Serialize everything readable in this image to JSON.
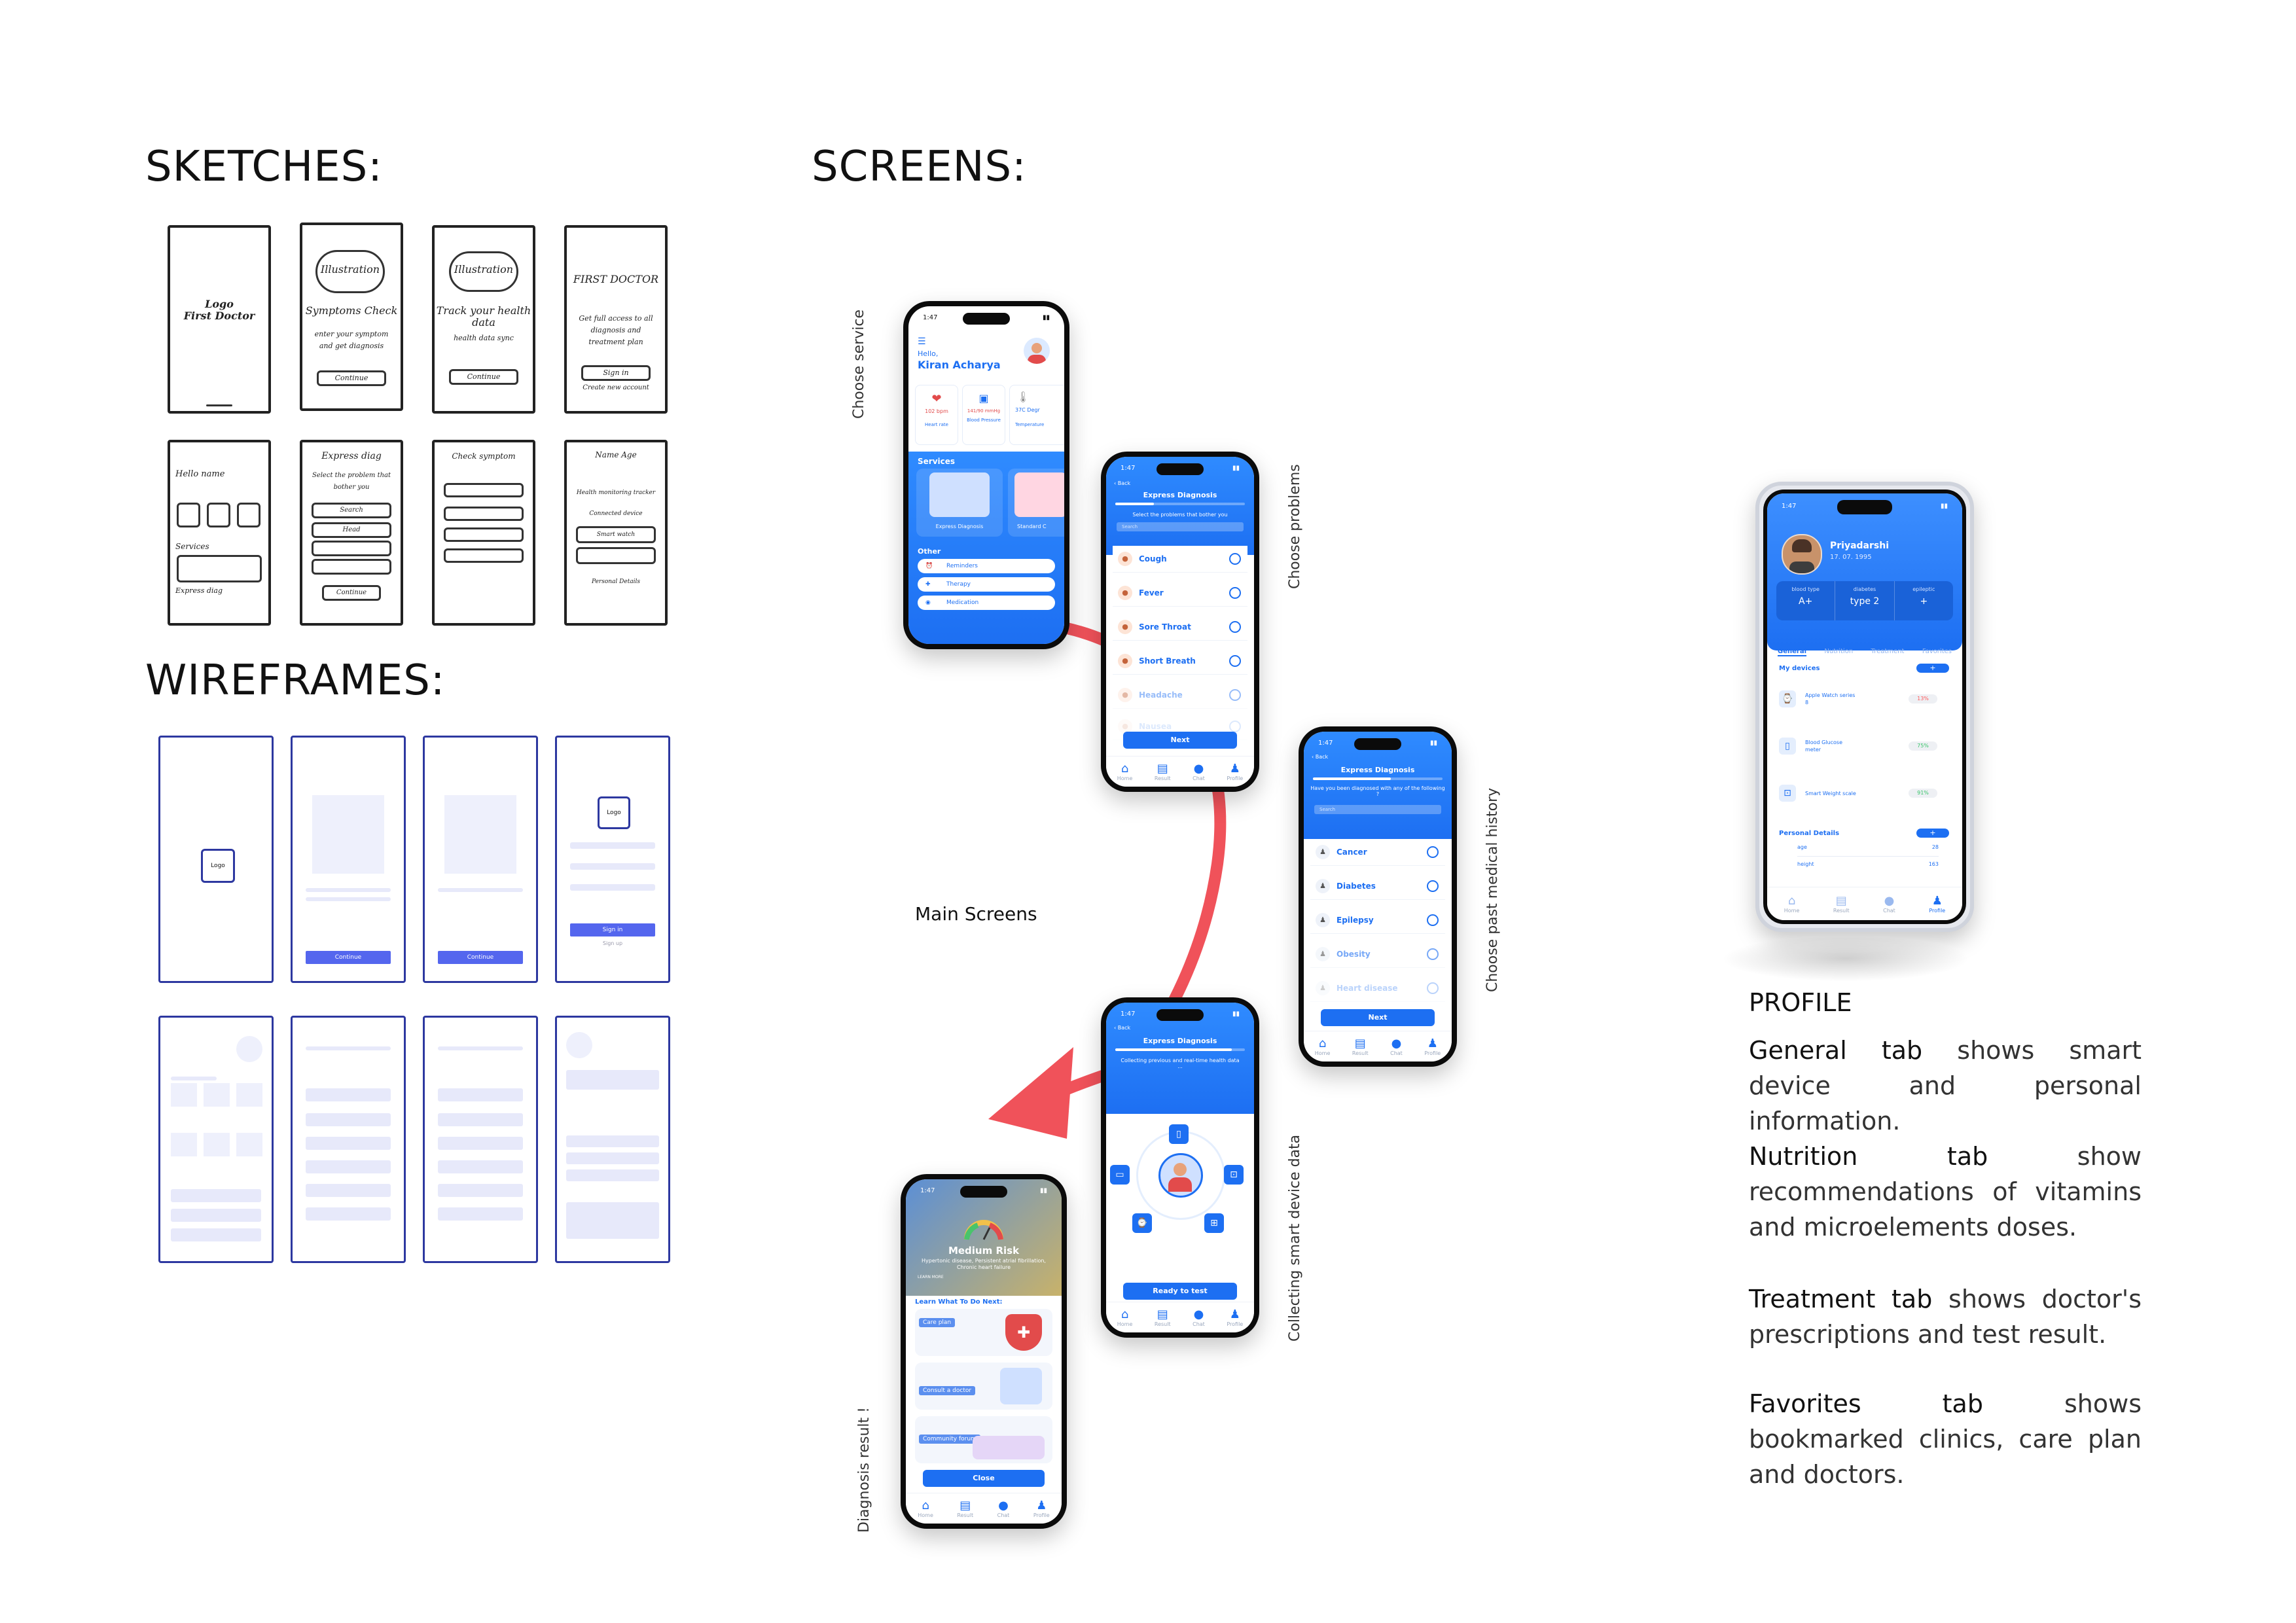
{
  "sections": {
    "sketches": "SKETCHES:",
    "wireframes": "WIREFRAMES:",
    "screens": "SCREENS:",
    "main_screens": "Main Screens"
  },
  "sketch_texts": {
    "s1": "Logo\nFirst Doctor",
    "s2_illus": "Illustration",
    "s2_title": "Symptoms Check",
    "s2_body": "enter your symptom and get diagnosis",
    "s2_btn": "Continue",
    "s3_illus": "Illustration",
    "s3_title": "Track your health data",
    "s3_body": "health data sync",
    "s3_btn": "Continue",
    "s4_title": "FIRST DOCTOR",
    "s4_body": "Get full access to all diagnosis and treatment plan",
    "s4_btn": "Sign in",
    "s4_link": "Create new account",
    "s5_title": "Hello name",
    "s5_services": "Services",
    "s5_other": "Express diag",
    "s6_title": "Express diag",
    "s6_body": "Select the problem that bother you",
    "s6_search": "Search",
    "s6_item": "Head",
    "s6_btn": "Continue",
    "s7_title": "Check symptom",
    "s8_title": "Name Age",
    "s8_sub": "Health monitoring tracker",
    "s8_a": "Connected device",
    "s8_b": "Smart watch",
    "s8_c": "Personal Details"
  },
  "wireframe_texts": {
    "logo": "Logo",
    "continue": "Continue",
    "sign_in": "Sign in",
    "sign_up": "Sign up"
  },
  "labels": {
    "choose_service": "Choose service",
    "choose_problems": "Choose problems",
    "past_history": "Choose past medical history",
    "collecting": "Collecting smart device data",
    "result": "Diagnosis result !"
  },
  "status_time": "1:47",
  "home": {
    "greeting": "Hello,",
    "name": "Kiran Acharya",
    "stats": [
      {
        "value": "102 bpm",
        "label": "Heart rate"
      },
      {
        "value": "141/90 mmHg",
        "label": "Blood Pressure"
      },
      {
        "value": "37C Degr",
        "label": "Temperature"
      }
    ],
    "services_title": "Services",
    "service_a": "Express Diagnosis",
    "service_b": "Standard C",
    "other_title": "Other",
    "other_items": [
      "Reminders",
      "Therapy",
      "Medication"
    ]
  },
  "problems": {
    "back": "Back",
    "title": "Express Diagnosis",
    "question": "Select the problems that bother you",
    "search": "Search",
    "items": [
      "Cough",
      "Fever",
      "Sore Throat",
      "Short Breath",
      "Headache",
      "Nausea"
    ],
    "next": "Next"
  },
  "history": {
    "back": "Back",
    "title": "Express Diagnosis",
    "question": "Have you been diagnosed with any of the following ?",
    "search": "Search",
    "items": [
      "Cancer",
      "Diabetes",
      "Epilepsy",
      "Obesity",
      "Heart disease"
    ],
    "next": "Next"
  },
  "collect": {
    "back": "Back",
    "title": "Express Diagnosis",
    "text": "Collecting previous and real-time health data ...",
    "button": "Ready to test"
  },
  "result": {
    "risk": "Medium Risk",
    "detail": "Hypertonic disease, Persistent atrial fibrillation, Chronic heart failure",
    "learn_more": "LEARN MORE",
    "next_title": "Learn What To Do Next:",
    "cards": [
      "Care plan",
      "Consult a doctor",
      "Community forum"
    ],
    "close": "Close"
  },
  "tabs": [
    "Home",
    "Result",
    "Chat",
    "Profile"
  ],
  "profile": {
    "name": "Priyadarshi",
    "dob": "17. 07. 1995",
    "stats": [
      {
        "label": "blood type",
        "value": "A+"
      },
      {
        "label": "diabetes",
        "value": "type 2"
      },
      {
        "label": "epileptic",
        "value": "+"
      }
    ],
    "tabs": [
      "General",
      "Nutrition",
      "Treatment",
      "Favorites"
    ],
    "devices_title": "My devices",
    "devices": [
      {
        "name": "Apple Watch series 8",
        "badge": "13%",
        "color": "#ff5a5a"
      },
      {
        "name": "Blood Glucose meter",
        "badge": "75%",
        "color": "#38c46a"
      },
      {
        "name": "Smart Weight scale",
        "badge": "91%",
        "color": "#38c46a"
      }
    ],
    "details_title": "Personal Details",
    "details": [
      {
        "label": "age",
        "value": "28"
      },
      {
        "label": "height",
        "value": "163"
      }
    ]
  },
  "profile_desc": {
    "heading": "PROFILE",
    "p1_key": "General tab",
    "p1_rest": " shows smart device and personal information.",
    "p2_key": "Nutrition tab",
    "p2_rest": " show recommendations of vitamins and microelements doses.",
    "p3_key": "Treatment tab",
    "p3_rest": " shows doctor's prescriptions and test result.",
    "p4_key": "Favorites tab",
    "p4_rest": " shows bookmarked clinics, care plan and doctors."
  },
  "colors": {
    "primary": "#1d6ff2",
    "arrow": "#f0525a",
    "wireframe": "#2d38a0"
  }
}
